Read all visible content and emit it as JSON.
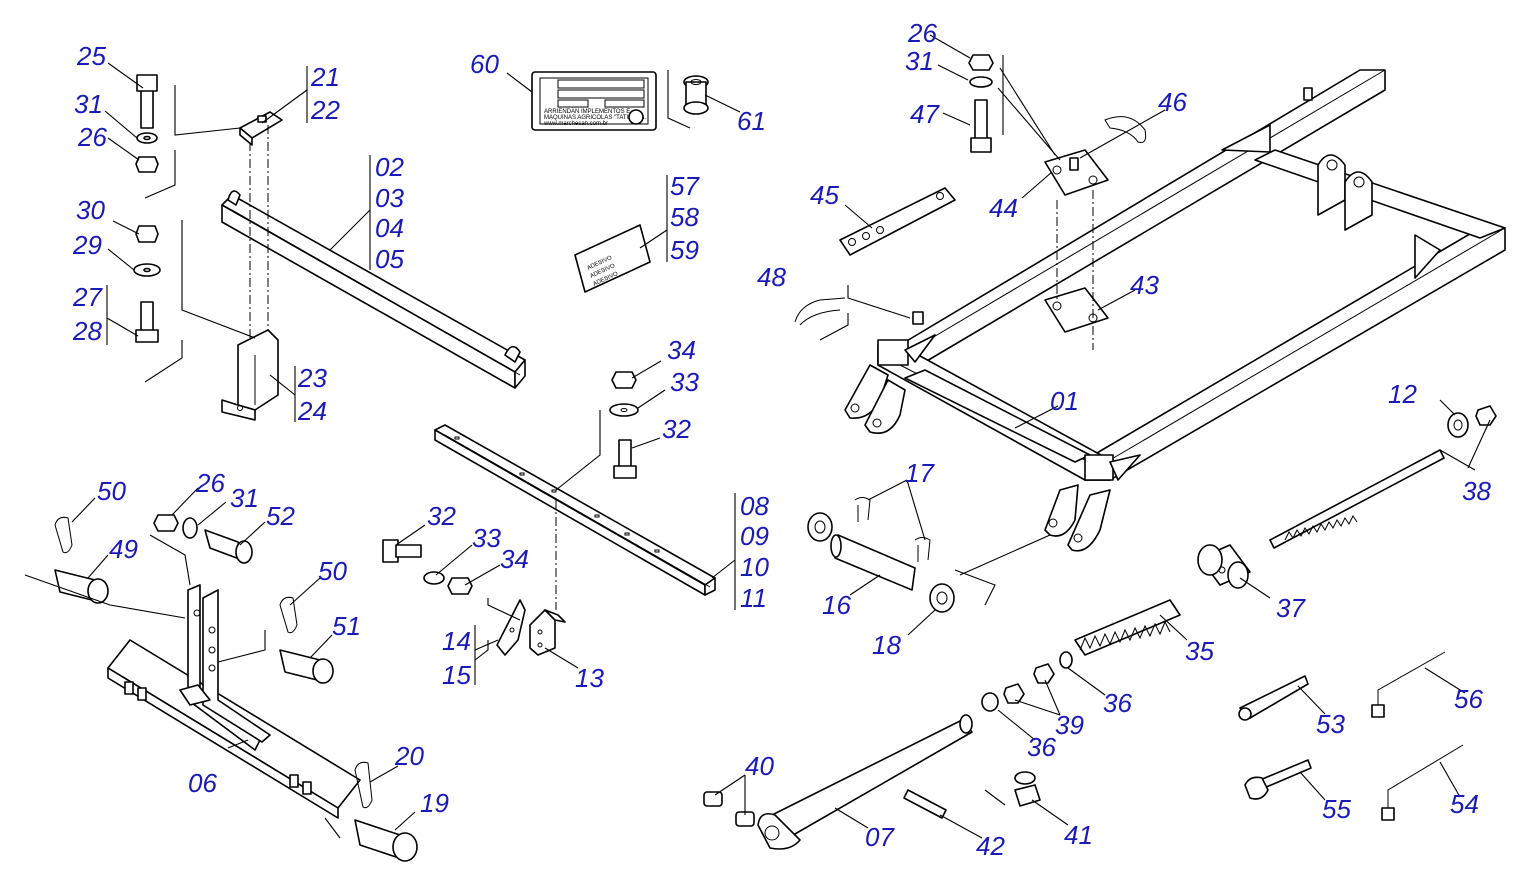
{
  "diagram": {
    "plate": {
      "lines": [
        "ARRIENDAN IMPLEMENTOS E",
        "MAQUINAS AGRICOLAS \"TATU\" S.A.",
        "www.marchesan.com.br"
      ],
      "logo": "tatu-logo"
    },
    "sticker": {
      "lines": [
        "ADESIVO",
        "ADESIVO",
        "ADESIVO"
      ]
    },
    "labels": [
      {
        "id": "l01",
        "text": "01"
      },
      {
        "id": "l02",
        "text": "02"
      },
      {
        "id": "l03",
        "text": "03"
      },
      {
        "id": "l04",
        "text": "04"
      },
      {
        "id": "l05",
        "text": "05"
      },
      {
        "id": "l06",
        "text": "06"
      },
      {
        "id": "l07",
        "text": "07"
      },
      {
        "id": "l08",
        "text": "08"
      },
      {
        "id": "l09",
        "text": "09"
      },
      {
        "id": "l10",
        "text": "10"
      },
      {
        "id": "l11",
        "text": "11"
      },
      {
        "id": "l12",
        "text": "12"
      },
      {
        "id": "l13",
        "text": "13"
      },
      {
        "id": "l14",
        "text": "14"
      },
      {
        "id": "l15",
        "text": "15"
      },
      {
        "id": "l16",
        "text": "16"
      },
      {
        "id": "l17",
        "text": "17"
      },
      {
        "id": "l18",
        "text": "18"
      },
      {
        "id": "l19",
        "text": "19"
      },
      {
        "id": "l20",
        "text": "20"
      },
      {
        "id": "l21",
        "text": "21"
      },
      {
        "id": "l22",
        "text": "22"
      },
      {
        "id": "l23",
        "text": "23"
      },
      {
        "id": "l24",
        "text": "24"
      },
      {
        "id": "l25",
        "text": "25"
      },
      {
        "id": "l26a",
        "text": "26"
      },
      {
        "id": "l26b",
        "text": "26"
      },
      {
        "id": "l26c",
        "text": "26"
      },
      {
        "id": "l27",
        "text": "27"
      },
      {
        "id": "l28",
        "text": "28"
      },
      {
        "id": "l29",
        "text": "29"
      },
      {
        "id": "l30",
        "text": "30"
      },
      {
        "id": "l31a",
        "text": "31"
      },
      {
        "id": "l31b",
        "text": "31"
      },
      {
        "id": "l31c",
        "text": "31"
      },
      {
        "id": "l32a",
        "text": "32"
      },
      {
        "id": "l32b",
        "text": "32"
      },
      {
        "id": "l33a",
        "text": "33"
      },
      {
        "id": "l33b",
        "text": "33"
      },
      {
        "id": "l34a",
        "text": "34"
      },
      {
        "id": "l34b",
        "text": "34"
      },
      {
        "id": "l35",
        "text": "35"
      },
      {
        "id": "l36a",
        "text": "36"
      },
      {
        "id": "l36b",
        "text": "36"
      },
      {
        "id": "l37",
        "text": "37"
      },
      {
        "id": "l38",
        "text": "38"
      },
      {
        "id": "l39",
        "text": "39"
      },
      {
        "id": "l40",
        "text": "40"
      },
      {
        "id": "l41",
        "text": "41"
      },
      {
        "id": "l42",
        "text": "42"
      },
      {
        "id": "l43",
        "text": "43"
      },
      {
        "id": "l44",
        "text": "44"
      },
      {
        "id": "l45",
        "text": "45"
      },
      {
        "id": "l46",
        "text": "46"
      },
      {
        "id": "l47",
        "text": "47"
      },
      {
        "id": "l48",
        "text": "48"
      },
      {
        "id": "l49",
        "text": "49"
      },
      {
        "id": "l50a",
        "text": "50"
      },
      {
        "id": "l50b",
        "text": "50"
      },
      {
        "id": "l51",
        "text": "51"
      },
      {
        "id": "l52",
        "text": "52"
      },
      {
        "id": "l53",
        "text": "53"
      },
      {
        "id": "l54",
        "text": "54"
      },
      {
        "id": "l55",
        "text": "55"
      },
      {
        "id": "l56",
        "text": "56"
      },
      {
        "id": "l57",
        "text": "57"
      },
      {
        "id": "l58",
        "text": "58"
      },
      {
        "id": "l59",
        "text": "59"
      },
      {
        "id": "l60",
        "text": "60"
      },
      {
        "id": "l61",
        "text": "61"
      }
    ]
  }
}
